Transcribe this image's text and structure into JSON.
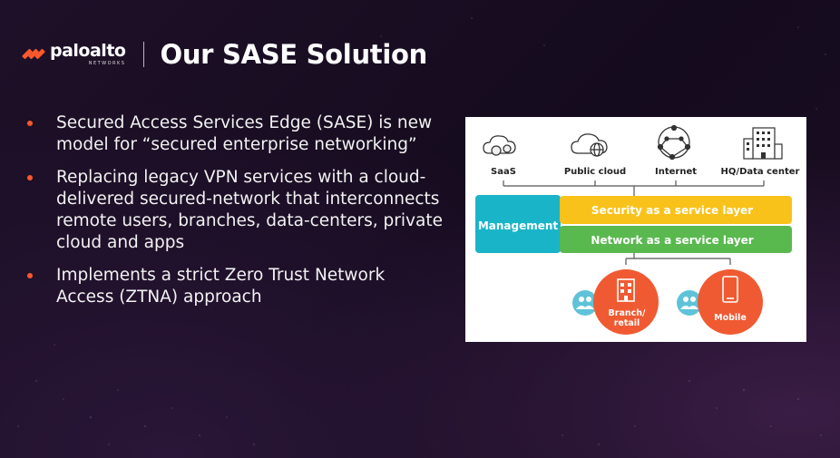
{
  "header": {
    "brand": "paloalto",
    "brand_sub": "NETWORKS",
    "title": "Our SASE Solution"
  },
  "bullets": [
    "Secured Access Services Edge (SASE) is new model for “secured enterprise networking”",
    "Replacing legacy VPN services with a cloud-delivered secured-network that interconnects remote users, branches, data-centers, private cloud and apps",
    "Implements a strict Zero Trust Network Access (ZTNA) approach"
  ],
  "diagram": {
    "top_nodes": [
      "SaaS",
      "Public cloud",
      "Internet",
      "HQ/Data center"
    ],
    "management": "Management",
    "security_layer": "Security as a service layer",
    "network_layer": "Network as a service layer",
    "sites": [
      "Branch/",
      "retail",
      "Mobile"
    ],
    "colors": {
      "management": "#1ab4c9",
      "security": "#f9c21a",
      "network": "#59b94f",
      "site": "#f05a32",
      "users": "#5ec3d8",
      "accent": "#fa582d"
    },
    "icons": [
      "gear-cloud-icon",
      "globe-cloud-icon",
      "network-globe-icon",
      "building-icon",
      "users-icon",
      "building-icon",
      "users-icon",
      "mobile-phone-icon"
    ]
  }
}
